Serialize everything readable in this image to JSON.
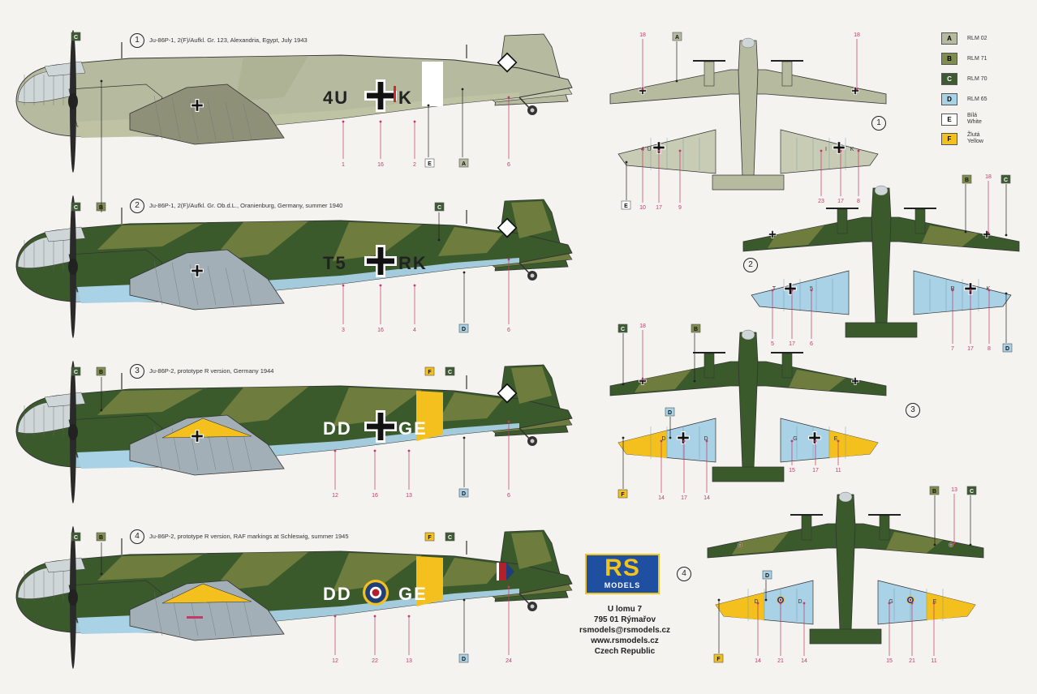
{
  "colors": {
    "rlm02": "#b6bba0",
    "rlm71": "#6e7c3e",
    "rlm70": "#3a5a2c",
    "rlm65": "#a9d2e6",
    "white": "#ffffff",
    "yellow": "#f4c01e",
    "callout": "#c23a6a"
  },
  "legend": [
    {
      "code": "A",
      "label": "RLM 02",
      "color": "#b6bba0"
    },
    {
      "code": "B",
      "label": "RLM 71",
      "color": "#7f8d4e"
    },
    {
      "code": "C",
      "label": "RLM 70",
      "color": "#3e5b33"
    },
    {
      "code": "D",
      "label": "RLM 65",
      "color": "#a9d2e6"
    },
    {
      "code": "E",
      "label": "Bílá\nWhite",
      "color": "#ffffff"
    },
    {
      "code": "F",
      "label": "Žlutá\nYellow",
      "color": "#f4c01e"
    }
  ],
  "variants": [
    {
      "num": "1",
      "caption": "Ju-86P-1, 2(F)/Aufkl. Gr. 123, Alexandria, Egypt, July 1943",
      "left_code": "4U",
      "right_code": "K",
      "fin_roundel": false
    },
    {
      "num": "2",
      "caption": "Ju-86P-1, 2(F)/Aufkl. Gr. Ob.d.L., Oranienburg, Germany, summer 1940",
      "left_code": "T5",
      "right_code": "RK",
      "fin_roundel": false
    },
    {
      "num": "3",
      "caption": "Ju-86P-2, prototype R version, Germany 1944",
      "left_code": "DD",
      "right_code": "GE",
      "fin_roundel": false
    },
    {
      "num": "4",
      "caption": "Ju-86P-2, prototype R version, RAF markings at Schleswig, summer 1945",
      "left_code": "DD",
      "right_code": "GE",
      "fin_roundel": true
    }
  ],
  "side_callouts": {
    "v1": {
      "numbers": [
        "1",
        "16",
        "2",
        "6"
      ],
      "codes": [
        "C",
        "E",
        "A"
      ]
    },
    "v2": {
      "numbers": [
        "3",
        "16",
        "4",
        "6"
      ],
      "codes": [
        "C",
        "B",
        "C",
        "D"
      ]
    },
    "v3": {
      "numbers": [
        "12",
        "16",
        "13",
        "6"
      ],
      "codes": [
        "C",
        "B",
        "F",
        "C",
        "D"
      ]
    },
    "v4": {
      "numbers": [
        "12",
        "22",
        "13",
        "24"
      ],
      "codes": [
        "C",
        "B",
        "F",
        "C",
        "D"
      ]
    }
  },
  "plan_callouts": {
    "v1": {
      "top": [
        "18",
        "18"
      ],
      "bottom": [
        "10",
        "17",
        "9",
        "23",
        "17",
        "8"
      ],
      "codes": [
        "A",
        "E"
      ],
      "wing_letters": [
        "4",
        "U",
        "I",
        "K"
      ]
    },
    "v2": {
      "top": [
        "18"
      ],
      "bottom": [
        "5",
        "17",
        "6",
        "7",
        "17",
        "8"
      ],
      "codes": [
        "B",
        "C",
        "D"
      ],
      "wing_letters": [
        "T",
        "5",
        "R",
        "K"
      ]
    },
    "v3": {
      "top": [
        "18"
      ],
      "bottom": [
        "14",
        "17",
        "14",
        "15",
        "17",
        "11"
      ],
      "codes": [
        "C",
        "B",
        "D",
        "F"
      ],
      "wing_letters": [
        "D",
        "D",
        "G",
        "E"
      ]
    },
    "v4": {
      "top": [
        "13"
      ],
      "bottom": [
        "14",
        "21",
        "14",
        "15",
        "21",
        "11"
      ],
      "codes": [
        "B",
        "C",
        "D",
        "F"
      ],
      "wing_letters": [
        "D",
        "D",
        "G",
        "E"
      ]
    }
  },
  "brand": {
    "logo_top": "RS",
    "logo_bottom": "MODELS"
  },
  "address": [
    "U lomu 7",
    "795 01 Rýmařov",
    "rsmodels@rsmodels.cz",
    "www.rsmodels.cz",
    "Czech Republic"
  ]
}
